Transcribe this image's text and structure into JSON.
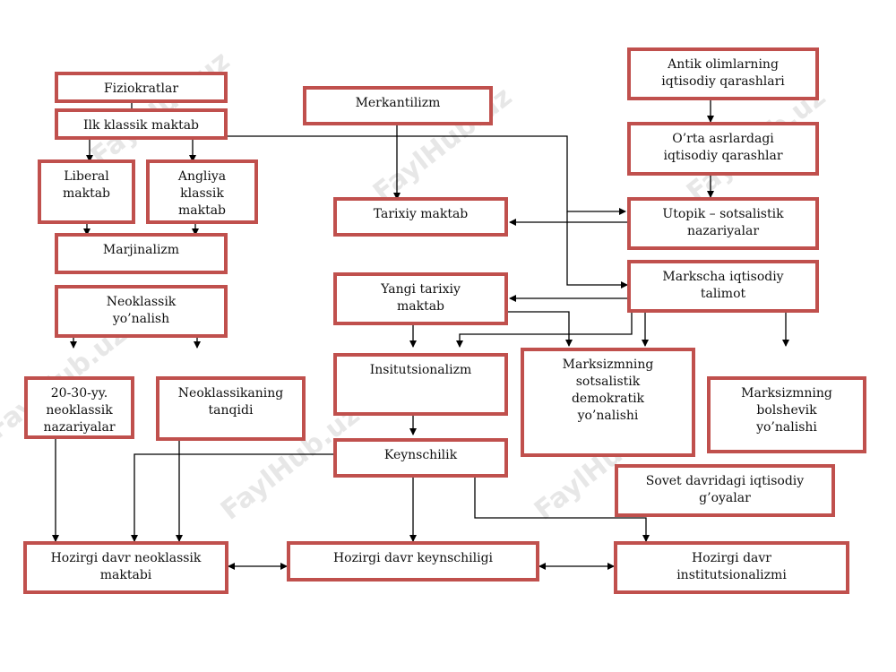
{
  "watermark": "FaylHub.uz",
  "nodes": {
    "fiziokratlar": "Fiziokratlar",
    "ilk_klassik": "Ilk klassik maktab",
    "liberal": "Liberal\nmaktab",
    "angliya": "Angliya\nklassik\nmaktab",
    "marjinalizm": "Marjinalizm",
    "neoklassik": "Neoklassik\nyo’nalish",
    "neoklassik_2030": "20-30-yy.\nneoklassik\nnazariyalar",
    "neoklassik_tanqid": "Neoklassikaning\ntanqidi",
    "merkantilizm": "Merkantilizm",
    "tarixiy": "Tarixiy maktab",
    "yangi_tarixiy": "Yangi tarixiy\nmaktab",
    "institutsionalizm": "Insitutsionalizm",
    "keynschilik": "Keynschilik",
    "antik": "Antik olimlarning\niqtisodiy qarashlari",
    "orta_asr": "O’rta asrlardagi\niqtisodiy qarashlar",
    "utopik": "Utopik – sotsalistik\nnazariyalar",
    "markscha": "Markscha iqtisodiy\ntalimot",
    "sotsial_demokratik": "Marksizmning\nsotsalistik\ndemokratik\nyo’nalishi",
    "bolshevik": "Marksizmning\nbolshevik\nyo’nalishi",
    "sovet": "Sovet davridagi iqtisodiy\ng’oyalar",
    "hozirgi_neoklassik": "Hozirgi davr neoklassik\nmaktabi",
    "hozirgi_keyns": "Hozirgi davr keynschiligi",
    "hozirgi_inst": "Hozirgi davr\ninstitutsionalizmi"
  },
  "colors": {
    "box_border": "#c0504d",
    "line": "#000000"
  }
}
